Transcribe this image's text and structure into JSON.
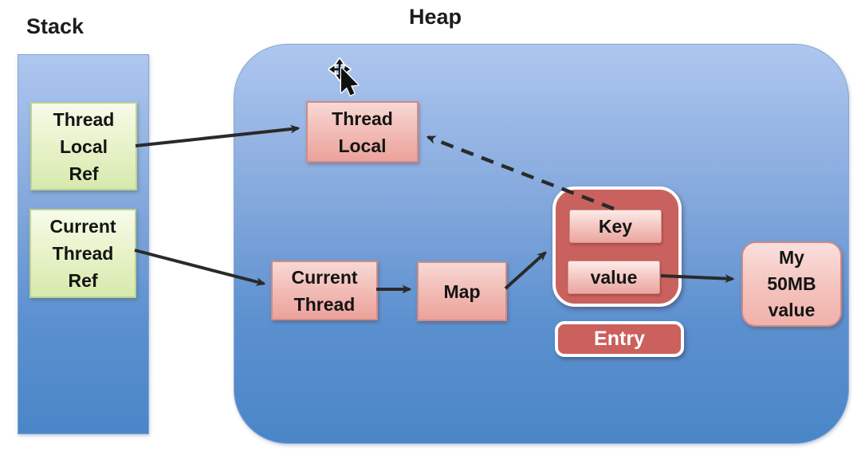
{
  "labels": {
    "stack_title": "Stack",
    "heap_title": "Heap"
  },
  "stack": {
    "thread_local_ref": "Thread\nLocal\nRef",
    "current_thread_ref": "Current\nThread\nRef"
  },
  "heap": {
    "thread_local": "Thread\nLocal",
    "current_thread": "Current\nThread",
    "map": "Map",
    "key": "Key",
    "value": "value",
    "entry": "Entry",
    "my_value": "My\n50MB\nvalue"
  },
  "icons": {
    "cursor": "move-cursor-icon"
  },
  "colors": {
    "region_blue_top": "#aec7ef",
    "region_blue_bottom": "#4a86c8",
    "green_box_top": "#f7fbe9",
    "green_box_bottom": "#d7e9ad",
    "pink_box_top": "#f8d8d4",
    "pink_box_bottom": "#eca29b",
    "entry_red": "#c9625e",
    "arrow_black": "#2a2a2a",
    "text_black": "#141414",
    "entry_text_white": "#ffffff"
  }
}
